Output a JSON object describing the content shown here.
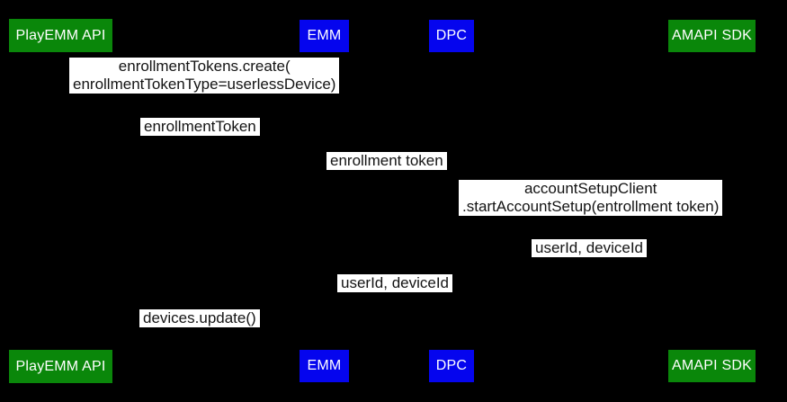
{
  "diagram": {
    "background_color": "#000000",
    "label_background_color": "#ffffff",
    "label_text_color": "#141414",
    "actor_green_color": "#0a870a",
    "actor_blue_color": "#0505ee",
    "actor_text_color": "#ffffff",
    "actors": [
      {
        "id": "playemm-api",
        "label": "PlayEMM API",
        "color": "#0a870a"
      },
      {
        "id": "emm",
        "label": "EMM",
        "color": "#0505ee"
      },
      {
        "id": "dpc",
        "label": "DPC",
        "color": "#0505ee"
      },
      {
        "id": "amapi-sdk",
        "label": "AMAPI SDK",
        "color": "#0a870a"
      }
    ],
    "messages": [
      {
        "text": "enrollmentTokens.create(\nenrollmentTokenType=userlessDevice)"
      },
      {
        "text": "enrollmentToken"
      },
      {
        "text": "enrollment token"
      },
      {
        "text": "accountSetupClient\n.startAccountSetup(entrollment token)"
      },
      {
        "text": "userId, deviceId"
      },
      {
        "text": "userId, deviceId"
      },
      {
        "text": "devices.update()"
      }
    ]
  }
}
